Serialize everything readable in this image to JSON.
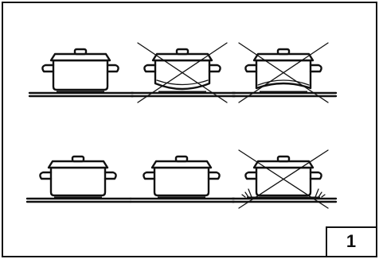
{
  "figure": {
    "number_label": "1",
    "panels": [
      {
        "id": "pot-flat-on-flat-hob",
        "base": "flat",
        "crossed": false
      },
      {
        "id": "pot-convex-base",
        "base": "convex",
        "crossed": true
      },
      {
        "id": "pot-concave-base",
        "base": "concave",
        "crossed": true
      },
      {
        "id": "pot-flat-on-flat-hob-2",
        "base": "flat",
        "crossed": false
      },
      {
        "id": "pot-flat-on-flat-hob-3",
        "base": "flat",
        "crossed": false
      },
      {
        "id": "pot-too-small-for-zone",
        "base": "small-on-wide-zone",
        "crossed": true
      }
    ]
  }
}
